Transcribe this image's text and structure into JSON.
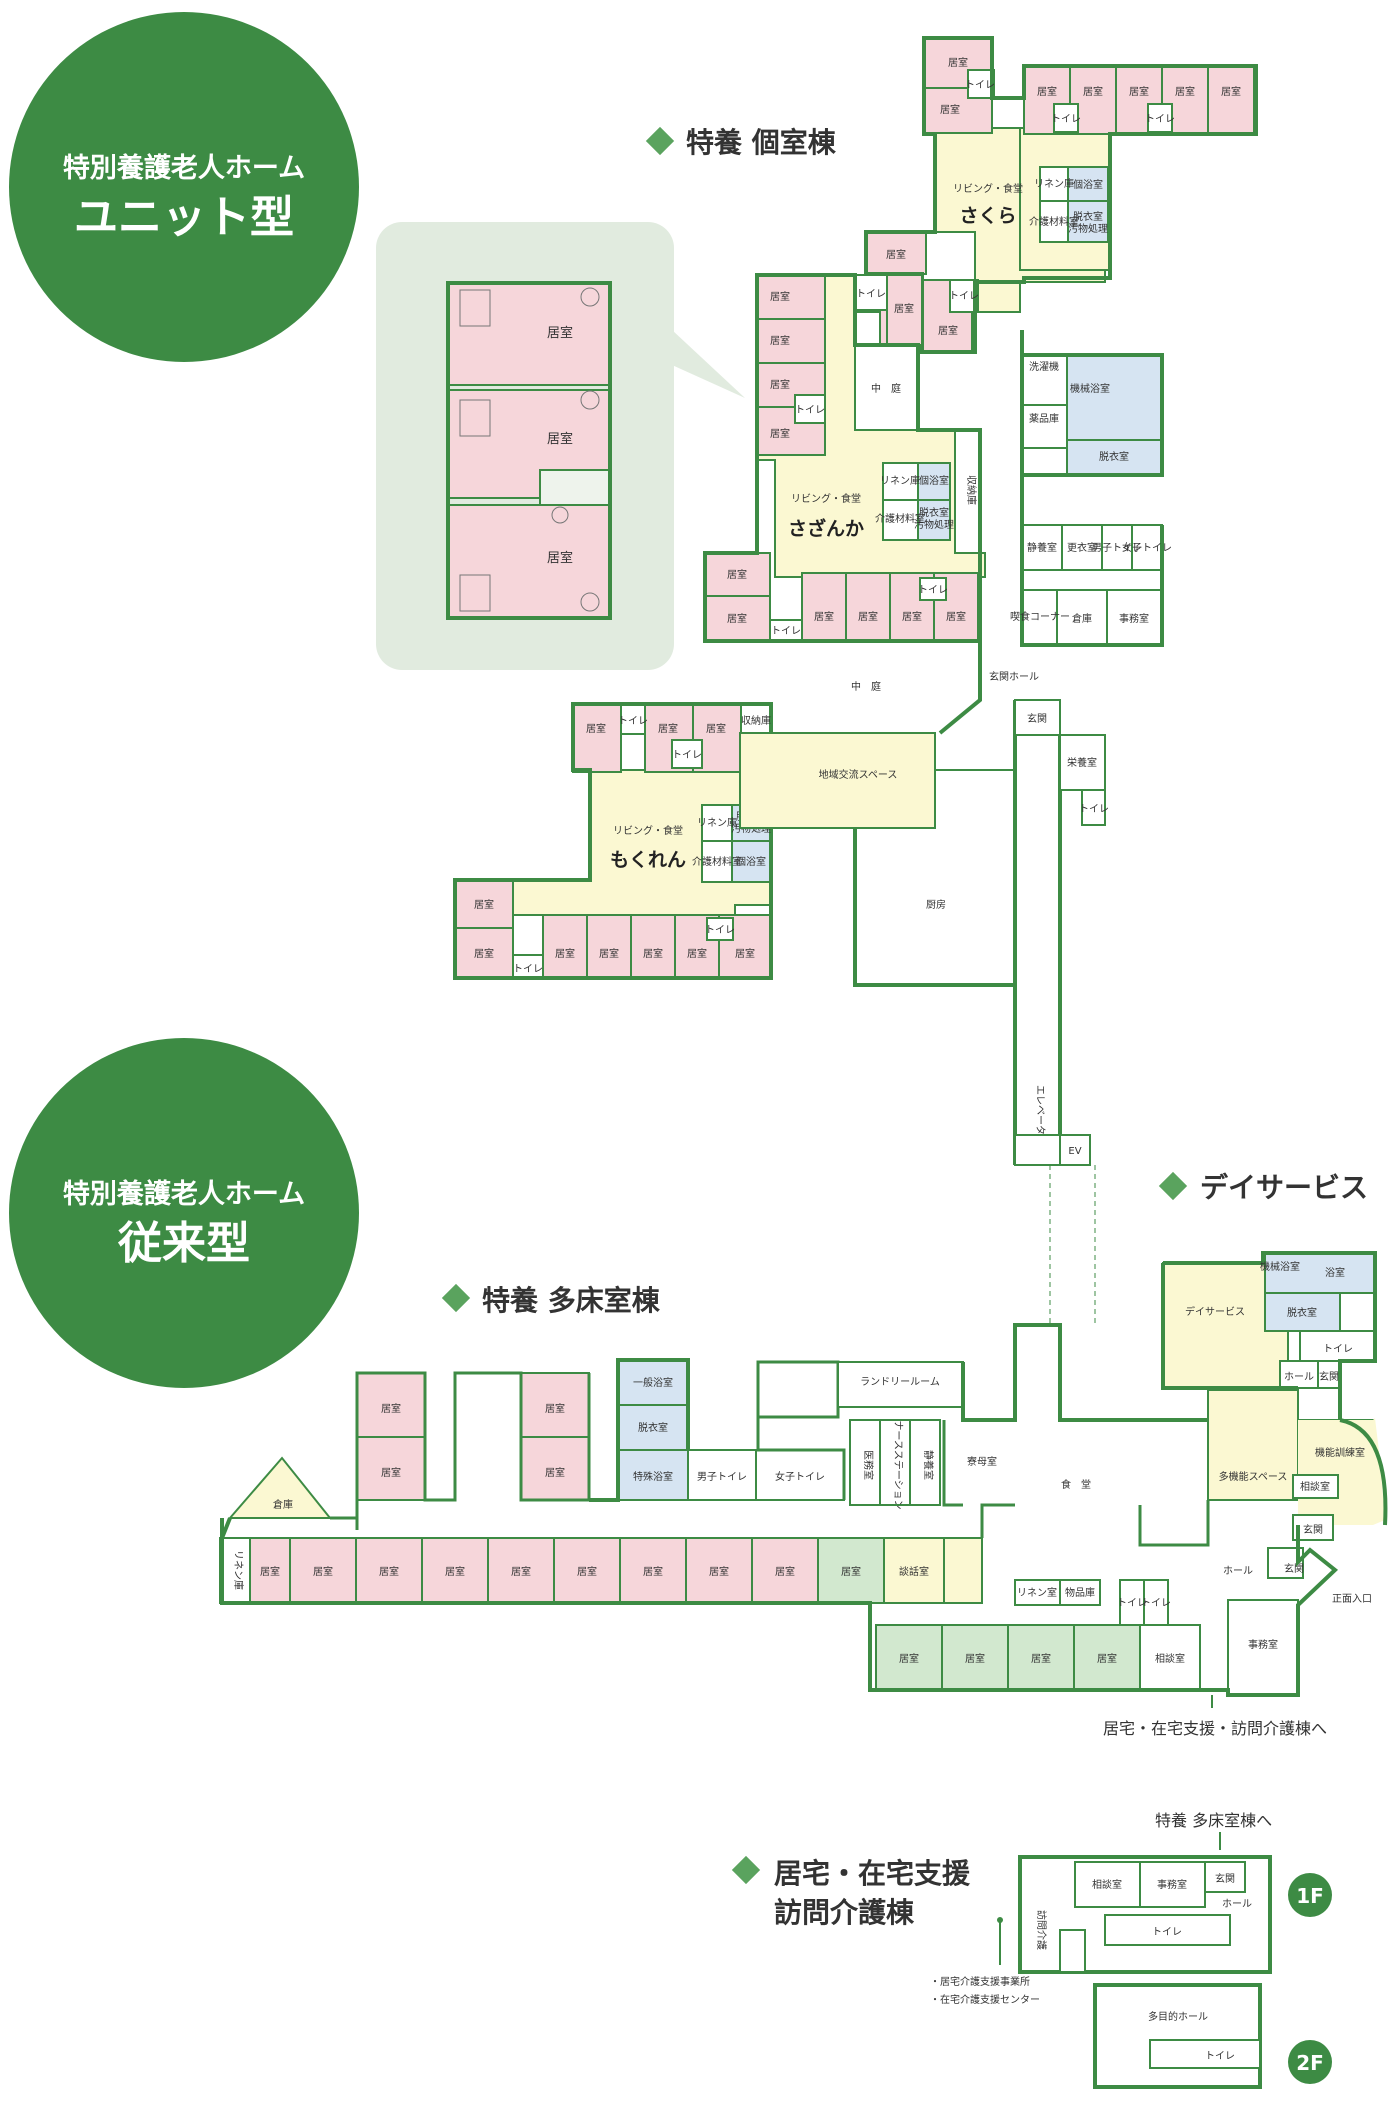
{
  "badges": {
    "unit": {
      "line1": "特別養護老人ホーム",
      "line2": "ユニット型"
    },
    "conventional": {
      "line1": "特別養護老人ホーム",
      "line2": "従来型"
    }
  },
  "sections": {
    "private_wing": "特養 個室棟",
    "day_service": "デイサービス",
    "multi_bed_wing": "特養 多床室棟",
    "home_support_line1": "居宅・在宅支援",
    "home_support_line2": "訪問介護棟"
  },
  "rooms": {
    "kyoshitsu": "居室",
    "toilet": "トイレ",
    "living": "リビング・食堂",
    "sakura": "さくら",
    "sazanka": "さざんか",
    "mokuren": "もくれん",
    "linen": "リネン庫",
    "linen_room": "リネン室",
    "private_bath": "個浴室",
    "care": "介護材料室",
    "dressing": "脱衣室",
    "dirty": "汚物処理",
    "storage": "収納庫",
    "courtyard": "中　庭",
    "laundry_machine": "洗濯機",
    "medicine": "薬品庫",
    "mech_bath": "機械浴室",
    "dressing_room": "脱衣室",
    "quiet": "静養室",
    "changing": "更衣室",
    "male_wc": "男子トイレ",
    "female_wc": "女子トイレ",
    "meal": "喫食コーナー",
    "warehouse": "倉庫",
    "office": "事務室",
    "entrance_hall": "玄関ホール",
    "entrance": "玄関",
    "nutrition": "栄養室",
    "community": "地域交流スペース",
    "kitchen": "厨房",
    "elevator": "エレベータ",
    "ev": "EV",
    "day_service": "デイサービス",
    "mech_bath2": "機械浴室",
    "bath": "浴室",
    "hall": "ホール",
    "multi_space": "多機能スペース",
    "rehab": "機能訓練室",
    "consult": "相談室",
    "general_bath": "一般浴室",
    "special_bath": "特殊浴室",
    "laundry_room": "ランドリールーム",
    "dorm": "寮母室",
    "medical": "医務室",
    "nurse_station": "ナースステーション",
    "quiet2": "静養室",
    "dining": "食　堂",
    "talk": "談話室",
    "supplies": "物品庫",
    "front_entrance": "正面入口",
    "visit_care": "訪問介護",
    "multi_hall": "多目的ホール"
  },
  "annotations": {
    "to_home_support": "居宅・在宅支援・訪問介護棟へ",
    "to_multi_bed": "特養 多床室棟へ",
    "office_1": "・居宅介護支援事業所",
    "office_2": "・在宅介護支援センター",
    "floor1": "1F",
    "floor2": "2F"
  },
  "colors": {
    "badge": "#3d8b44",
    "wall": "#3d8b44",
    "room_pink": "#f6d6da",
    "common_yellow": "#fbf8d2",
    "bath_blue": "#d6e4f2",
    "room_green": "#d2e8cf",
    "inset_bg": "#e1ebdf"
  },
  "icons": {
    "section_marker": "diamond-icon",
    "floor_badge": "circle-badge-icon"
  }
}
